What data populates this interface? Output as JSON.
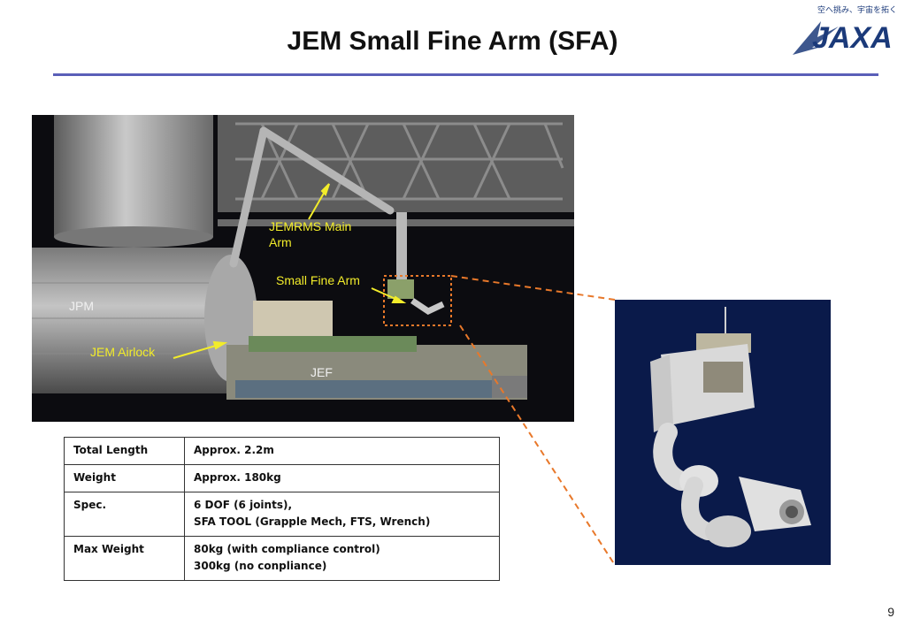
{
  "slide": {
    "title": "JEM Small Fine Arm (SFA)",
    "page_number": "9"
  },
  "logo": {
    "tagline": "空へ挑み、宇宙を拓く",
    "wordmark": "JAXA"
  },
  "image_labels": {
    "jemrms": "JEMRMS Main",
    "jemrms_line2": "Arm",
    "sfa": "Small Fine Arm",
    "jpm": "JPM",
    "airlock": "JEM Airlock",
    "jef": "JEF"
  },
  "spec_table": [
    {
      "label": "Total Length",
      "value": "Approx. 2.2m",
      "value2": ""
    },
    {
      "label": "Weight",
      "value": "Approx. 180kg",
      "value2": ""
    },
    {
      "label": "Spec.",
      "value": "6 DOF (6 joints),",
      "value2": "SFA TOOL (Grapple Mech, FTS, Wrench)"
    },
    {
      "label": "Max Weight",
      "value": "80kg (with compliance control)",
      "value2": "300kg (no conpliance)"
    }
  ],
  "colors": {
    "title_rule": "#5a5fb8",
    "label_yellow": "#f2ec2a",
    "callout_orange": "#e8782a",
    "inset_bg": "#0a1a4a"
  }
}
